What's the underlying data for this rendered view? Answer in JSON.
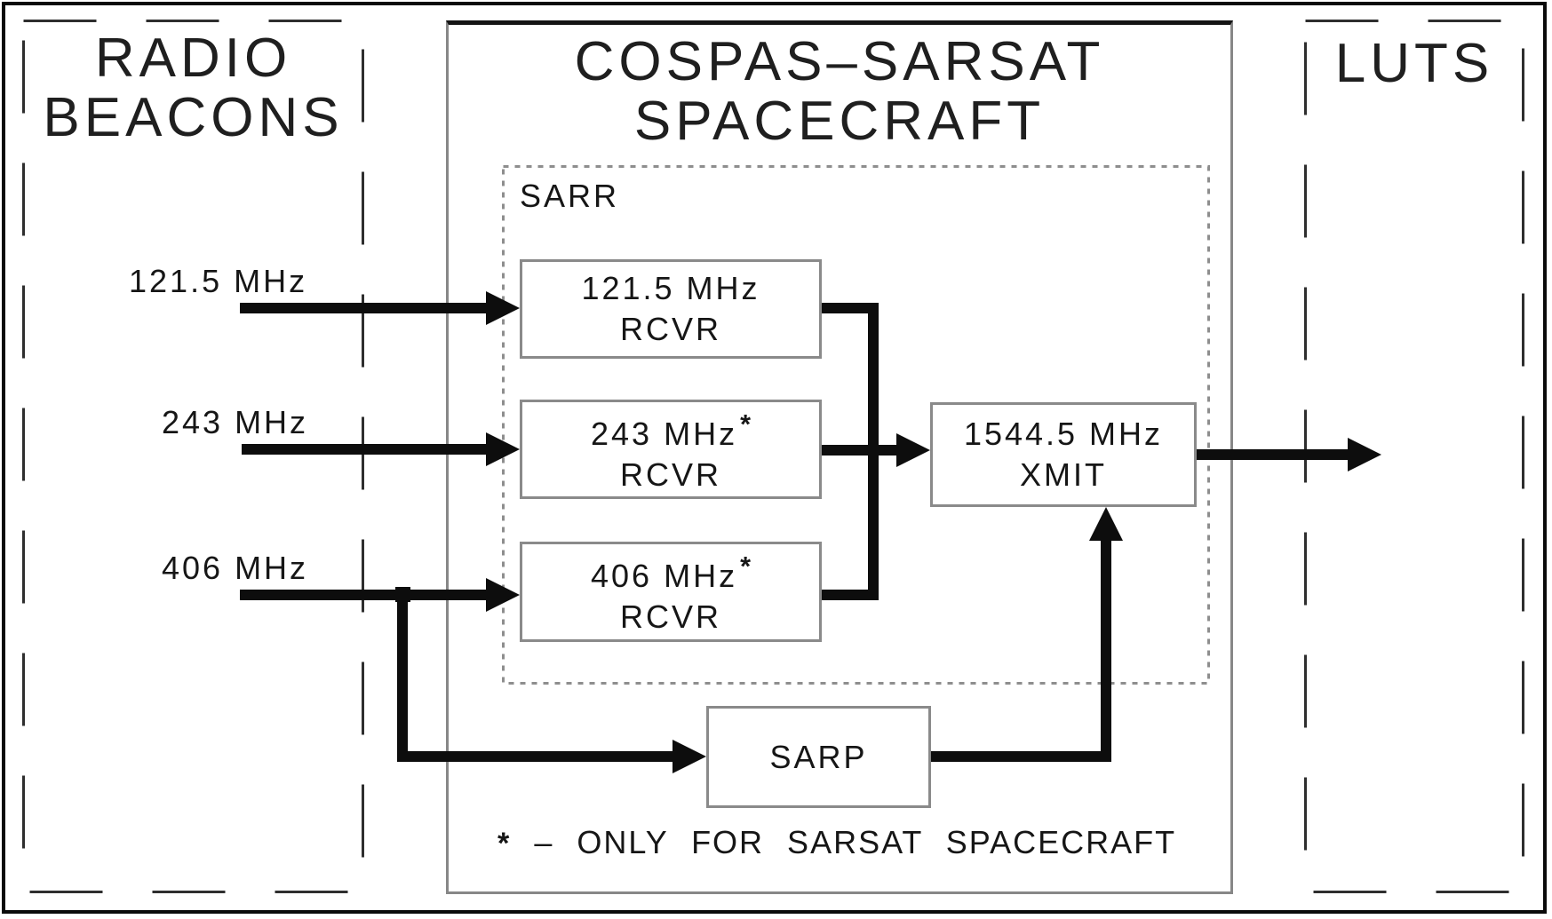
{
  "diagram": {
    "panels": {
      "radio_beacons": {
        "title_line1": "RADIO",
        "title_line2": "BEACONS"
      },
      "spacecraft": {
        "title_line1": "COSPAS–SARSAT",
        "title_line2": "SPACECRAFT"
      },
      "luts": {
        "title": "LUTS"
      }
    },
    "sarr": {
      "label": "SARR"
    },
    "beacon_signals": [
      {
        "label": "121.5 MHz"
      },
      {
        "label": "243 MHz"
      },
      {
        "label": "406 MHz"
      }
    ],
    "blocks": {
      "rcvr_1215": {
        "line1": "121.5 MHz",
        "line2": "RCVR"
      },
      "rcvr_243": {
        "line1": "243 MHz",
        "marker": "*",
        "line2": "RCVR"
      },
      "rcvr_406": {
        "line1": "406 MHz",
        "marker": "*",
        "line2": "RCVR"
      },
      "xmit": {
        "line1": "1544.5 MHz",
        "line2": "XMIT"
      },
      "sarp": {
        "label": "SARP"
      }
    },
    "footnote": {
      "marker": "*",
      "text": "–  ONLY  FOR  SARSAT  SPACECRAFT"
    },
    "colors": {
      "background": "#ffffff",
      "signal_line": "#0d0d0d",
      "block_border": "#8a8a8a",
      "dashed_border": "#2e2e2e",
      "sarr_dotted_border": "#8e8e8e",
      "text": "#1a1a1a"
    }
  }
}
